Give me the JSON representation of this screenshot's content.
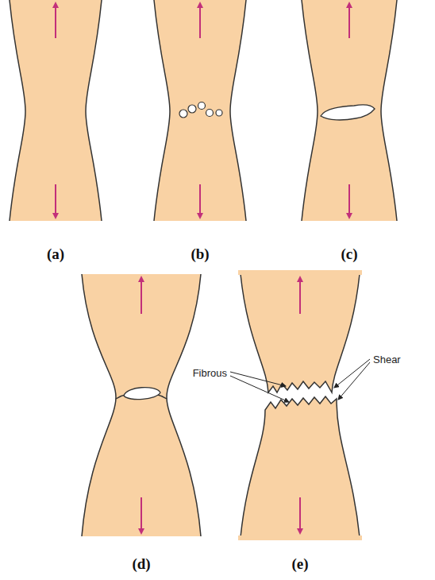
{
  "diagram": {
    "labels": [
      "(a)",
      "(b)",
      "(c)",
      "(d)",
      "(e)",
      "Fibrous",
      "Shear"
    ]
  }
}
